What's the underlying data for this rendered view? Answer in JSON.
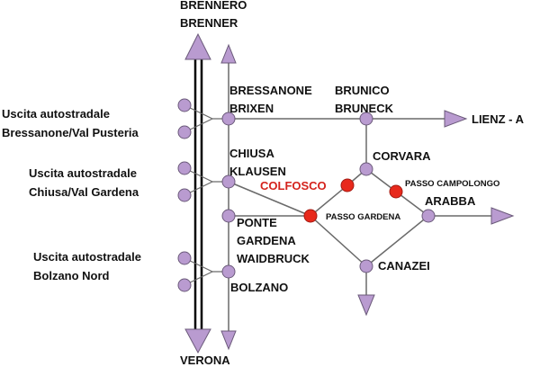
{
  "colors": {
    "node": "#b99bd0",
    "node_stroke": "#6b5a7a",
    "highlight": "#e8291c",
    "arrow_fill": "#b99bd0",
    "line": "#6a6a6a",
    "text": "#111111",
    "red_text": "#d4231d"
  },
  "highway": {
    "north_1": "BRENNERO",
    "north_2": "BRENNER",
    "south": "VERONA"
  },
  "exits": [
    {
      "line1": "Uscita autostradale",
      "line2": "Bressanone/Val Pusteria"
    },
    {
      "line1": "Uscita autostradale",
      "line2": "Chiusa/Val Gardena"
    },
    {
      "line1": "Uscita autostradale",
      "line2": "Bolzano Nord"
    }
  ],
  "towns": {
    "bressanone_it": "BRESSANONE",
    "bressanone_de": "BRIXEN",
    "brunico_it": "BRUNICO",
    "brunico_de": "BRUNECK",
    "lienz": "LIENZ - A",
    "chiusa_it": "CHIUSA",
    "chiusa_de": "KLAUSEN",
    "corvara": "CORVARA",
    "colfosco": "COLFOSCO",
    "passo_campolongo": "PASSO CAMPOLONGO",
    "arabba": "ARABBA",
    "passo_gardena": "PASSO GARDENA",
    "ponte_1": "PONTE",
    "ponte_2": "GARDENA",
    "ponte_3": "WAIDBRUCK",
    "bolzano": "BOLZANO",
    "canazei": "CANAZEI"
  }
}
